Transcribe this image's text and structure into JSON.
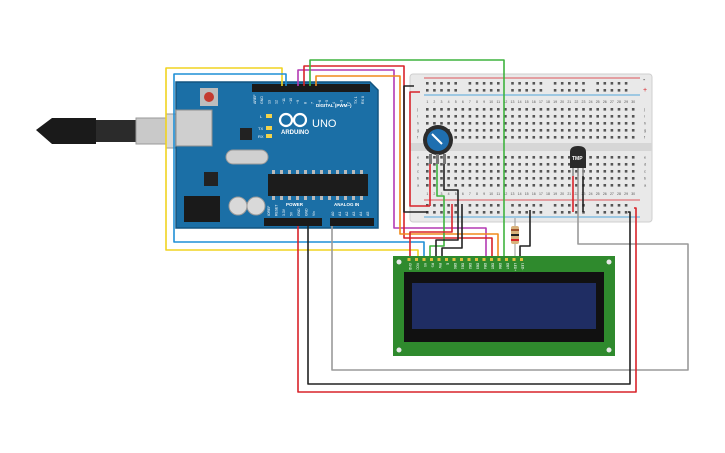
{
  "arduino": {
    "logo_text": "ARDUINO",
    "model": "UNO",
    "digital_label": "DIGITAL (PWM~)",
    "power_label": "POWER",
    "analog_label": "ANALOG IN",
    "led_labels": [
      "L",
      "TX",
      "RX"
    ],
    "digital_pins": [
      "AREF",
      "GND",
      "13",
      "12",
      "~11",
      "~10",
      "~9",
      "8",
      "7",
      "~6",
      "~5",
      "4",
      "~3",
      "2",
      "TX 1",
      "RX 0"
    ],
    "power_pins": [
      "IOREF",
      "RESET",
      "3.3V",
      "5V",
      "GND",
      "GND",
      "Vin"
    ],
    "analog_pins": [
      "A0",
      "A1",
      "A2",
      "A3",
      "A4",
      "A5"
    ]
  },
  "sensor": {
    "label": "TMP"
  },
  "lcd": {
    "pin_labels": [
      "GND",
      "VCC",
      "V0",
      "RS",
      "RW",
      "E",
      "DB0",
      "DB1",
      "DB2",
      "DB3",
      "DB4",
      "DB5",
      "DB6",
      "DB7",
      "LED+",
      "LED-"
    ]
  },
  "breadboard": {
    "column_numbers": [
      "1",
      "2",
      "3",
      "4",
      "5",
      "6",
      "7",
      "8",
      "9",
      "10",
      "11",
      "12",
      "13",
      "14",
      "15",
      "16",
      "17",
      "18",
      "19",
      "20",
      "21",
      "22",
      "23",
      "24",
      "25",
      "26",
      "27",
      "28",
      "29",
      "30"
    ],
    "row_letters_top": [
      "j",
      "i",
      "h",
      "g",
      "f"
    ],
    "row_letters_bottom": [
      "e",
      "d",
      "c",
      "b",
      "a"
    ],
    "rail_plus": "+",
    "rail_minus": "-"
  },
  "colors": {
    "board": "#1b6fa6",
    "breadboard": "#e9e9e9",
    "lcd_pcb": "#2f8a2d",
    "lcd_screen": "#1f2d63",
    "wire_red": "#d8232a",
    "wire_black": "#222222",
    "wire_yellow": "#f0d320",
    "wire_blue": "#1f8fd6",
    "wire_green": "#3fb43f",
    "wire_purple": "#b43ab4",
    "wire_orange": "#f08a1c",
    "wire_gray": "#9a9a9a"
  }
}
